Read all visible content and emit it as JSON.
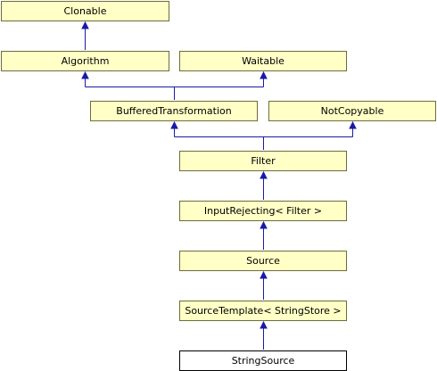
{
  "nodes": {
    "clonable": "Clonable",
    "algorithm": "Algorithm",
    "waitable": "Waitable",
    "buffered_transformation": "BufferedTransformation",
    "not_copyable": "NotCopyable",
    "filter": "Filter",
    "input_rejecting": "InputRejecting< Filter >",
    "source": "Source",
    "source_template": "SourceTemplate< StringStore >",
    "string_source": "StringSource"
  },
  "colors": {
    "node_fill": "#ffffc6",
    "node_border": "#6e6e3a",
    "current_node_fill": "#ffffff",
    "current_node_border": "#000000",
    "edge": "#1a1aa8"
  }
}
